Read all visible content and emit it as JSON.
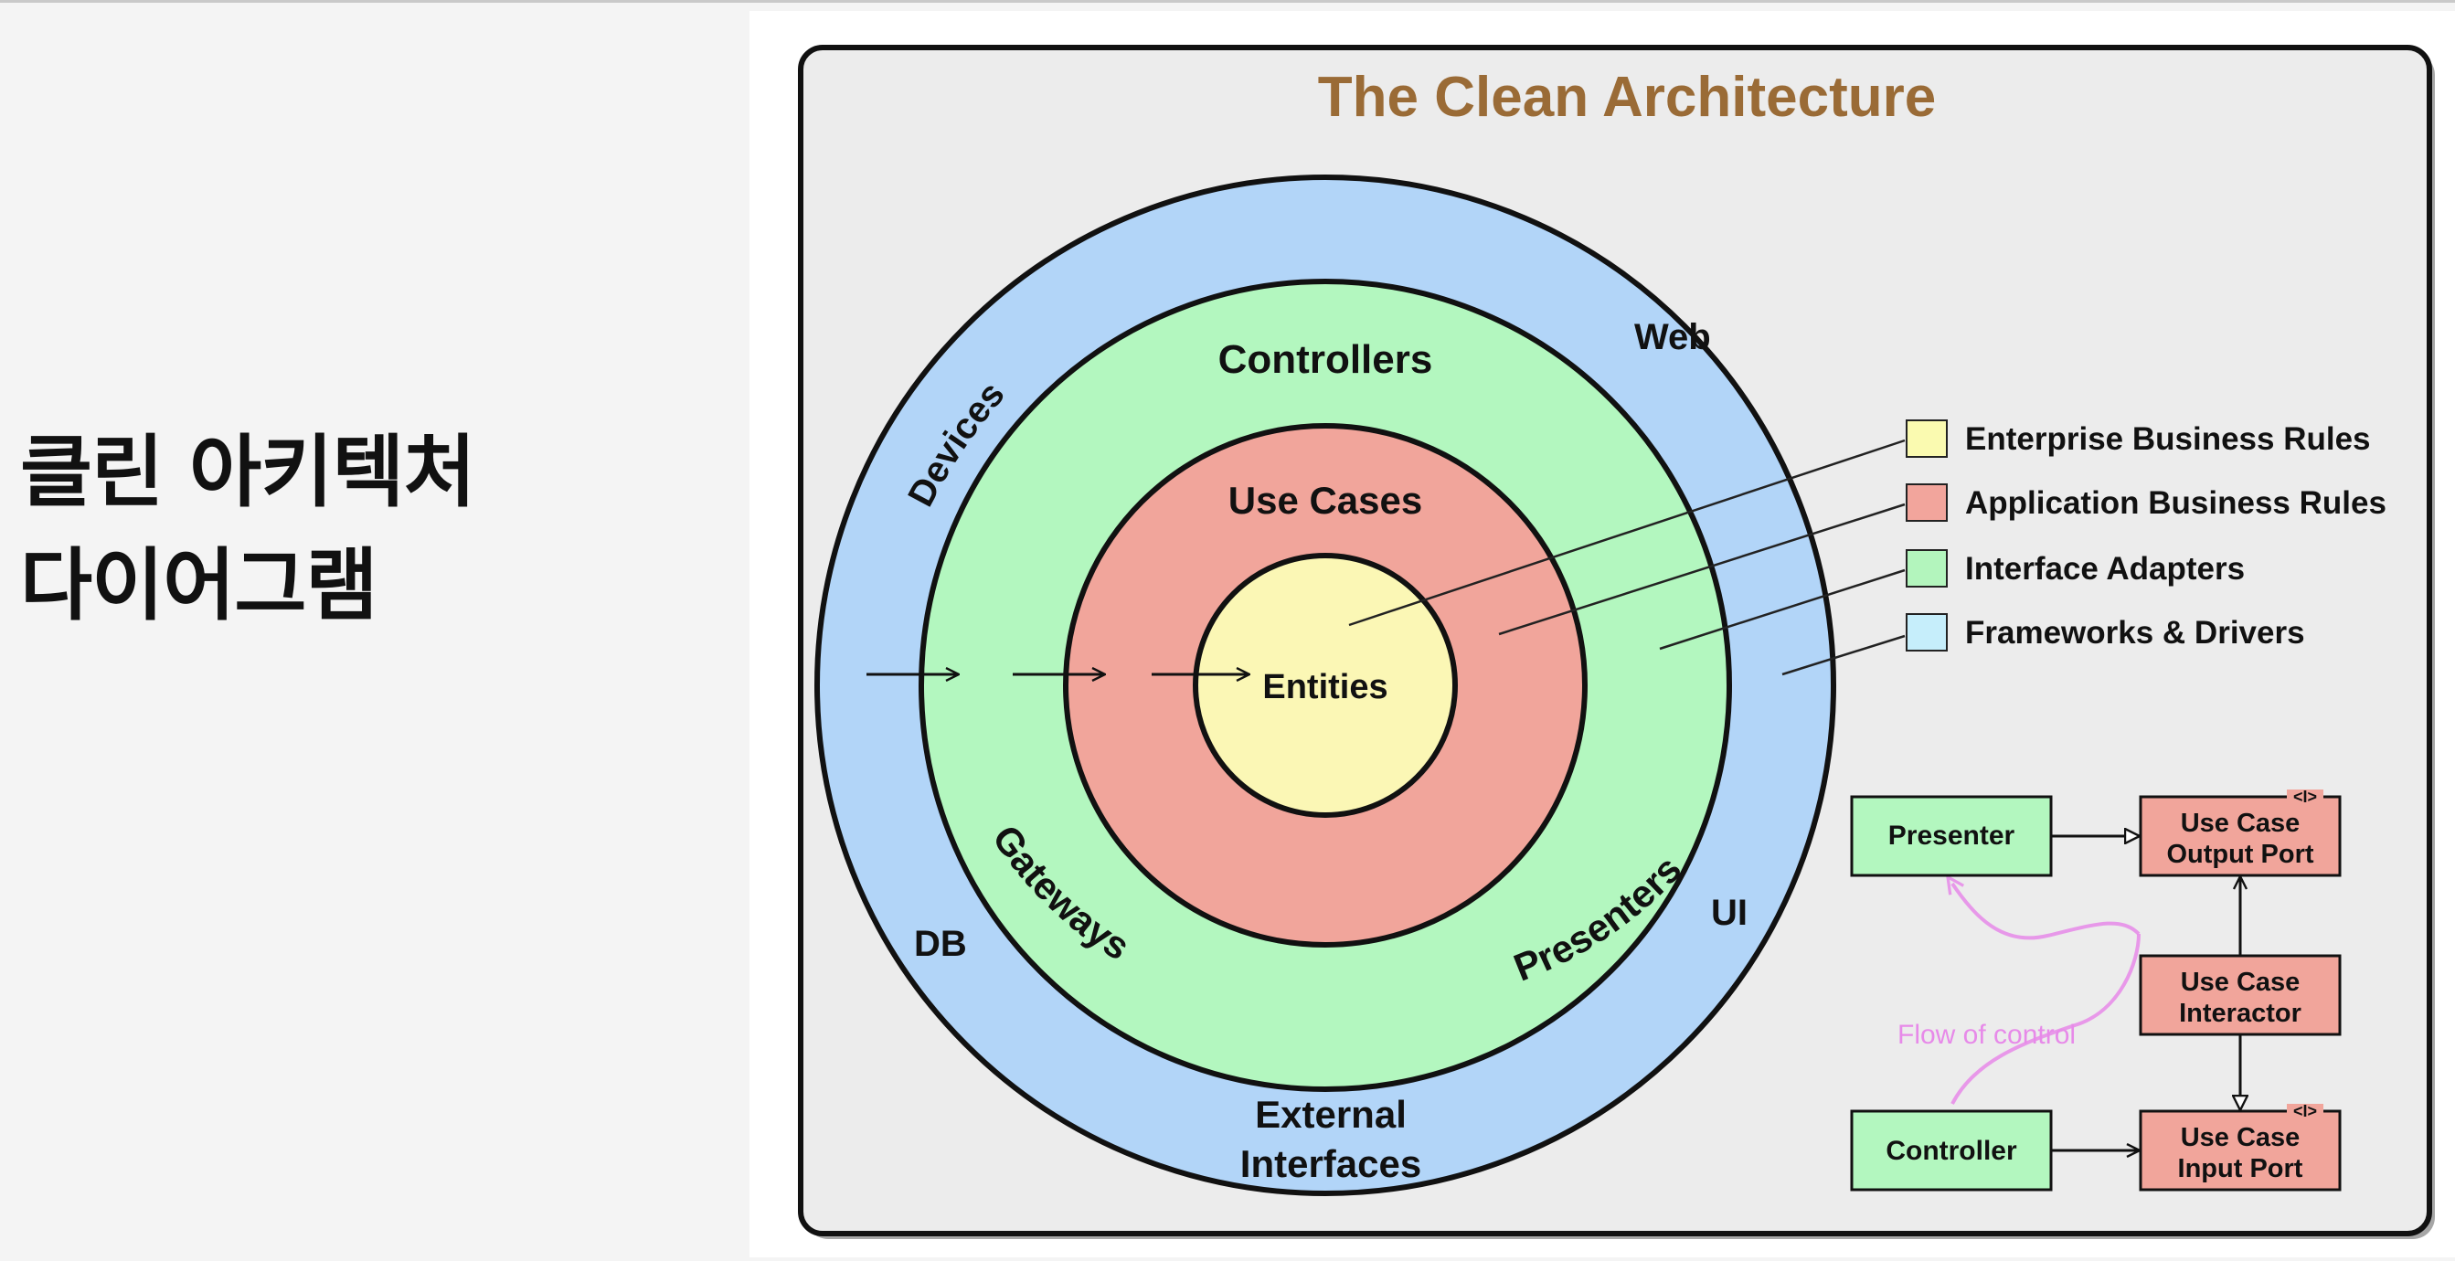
{
  "page": {
    "title_line1": "클린 아키텍처",
    "title_line2": "다이어그램"
  },
  "diagram": {
    "title": "The Clean Architecture",
    "rings": {
      "outer": [
        "Devices",
        "Web",
        "UI",
        "DB",
        "External",
        "Interfaces"
      ],
      "adapters": [
        "Controllers",
        "Gateways",
        "Presenters"
      ],
      "use_cases": "Use Cases",
      "entities": "Entities"
    },
    "legend": [
      {
        "label": "Enterprise Business Rules",
        "color": "#fafab0"
      },
      {
        "label": "Application Business Rules",
        "color": "#f2a59c"
      },
      {
        "label": "Interface Adapters",
        "color": "#b3f5bd"
      },
      {
        "label": "Frameworks & Drivers",
        "color": "#c6eefb"
      }
    ],
    "flow": {
      "presenter": "Presenter",
      "output_port": [
        "Use Case",
        "Output Port"
      ],
      "interactor": [
        "Use Case",
        "Interactor"
      ],
      "controller": "Controller",
      "input_port": [
        "Use Case",
        "Input Port"
      ],
      "interface_marker": "<I>",
      "flow_label": "Flow of control"
    },
    "colors": {
      "outer_ring": "#b2d5f8",
      "adapters_ring": "#b3f7bf",
      "use_cases_ring": "#f1a59b",
      "entities": "#fbf7b5",
      "title_color": "#9a6b36",
      "flow_color": "#e78ae9"
    }
  }
}
